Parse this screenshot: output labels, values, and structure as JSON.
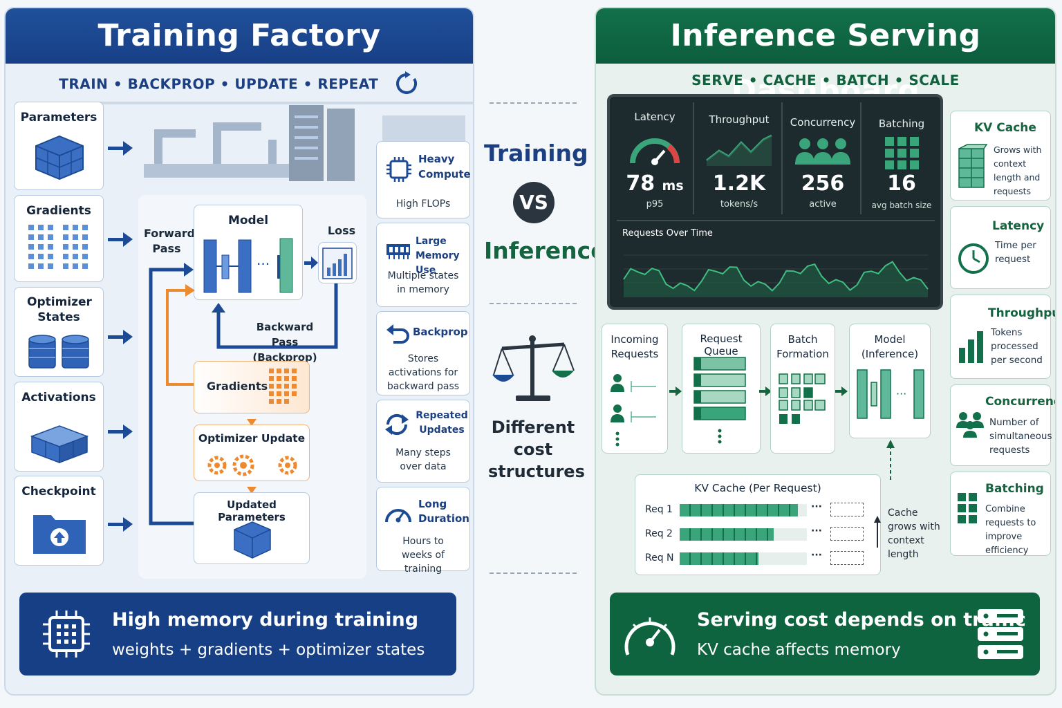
{
  "training": {
    "title": "Training Factory",
    "subtitle": "TRAIN • BACKPROP • UPDATE • REPEAT",
    "inputs": [
      "Parameters",
      "Gradients",
      "Optimizer States",
      "Activations",
      "Checkpoint"
    ],
    "flow": {
      "forward_pass": "Forward Pass",
      "model": "Model",
      "loss": "Loss",
      "backward_pass": "Backward Pass (Backprop)",
      "gradients": "Gradients",
      "optimizer_update": "Optimizer Update",
      "updated_parameters": "Updated Parameters",
      "ellipsis": "..."
    },
    "features": [
      {
        "title": "Heavy Compute",
        "text": "High FLOPs",
        "icon": "chip-icon"
      },
      {
        "title": "Large Memory Use",
        "text": "Multiple states in memory",
        "icon": "memory-icon"
      },
      {
        "title": "Backprop",
        "text": "Stores activations for backward pass",
        "icon": "undo-arrow-icon"
      },
      {
        "title": "Repeated Updates",
        "text": "Many steps over data",
        "icon": "refresh-icon"
      },
      {
        "title": "Long Duration",
        "text": "Hours to weeks of training",
        "icon": "gauge-icon"
      }
    ],
    "footer": {
      "line1": "High memory during training",
      "line2": "weights + gradients + optimizer states"
    }
  },
  "middle": {
    "training": "Training",
    "vs": "VS",
    "inference": "Inference",
    "caption": "Different cost structures"
  },
  "inference": {
    "title": "Inference Serving Dashboard",
    "subtitle": "SERVE • CACHE • BATCH • SCALE",
    "metrics": [
      {
        "label": "Latency",
        "value": "78",
        "unit": "ms",
        "sub": "p95"
      },
      {
        "label": "Throughput",
        "value": "1.2K",
        "unit": "",
        "sub": "tokens/s"
      },
      {
        "label": "Concurrency",
        "value": "256",
        "unit": "",
        "sub": "active"
      },
      {
        "label": "Batching",
        "value": "16",
        "unit": "",
        "sub": "avg batch size"
      }
    ],
    "chart_label": "Requests Over Time",
    "pipeline": {
      "incoming": "Incoming Requests",
      "queue": "Request Queue",
      "batch": "Batch Formation",
      "model": "Model (Inference)"
    },
    "kv": {
      "title": "KV Cache (Per Request)",
      "rows": [
        {
          "label": "Req 1",
          "fill": 0.93
        },
        {
          "label": "Req 2",
          "fill": 0.74
        },
        {
          "label": "Req N",
          "fill": 0.62
        }
      ],
      "note": "Cache grows with context length"
    },
    "side": [
      {
        "title": "KV Cache",
        "text": "Grows with context length and requests"
      },
      {
        "title": "Latency",
        "text": "Time per request"
      },
      {
        "title": "Throughput",
        "text": "Tokens processed per second"
      },
      {
        "title": "Concurrency",
        "text": "Number of simultaneous requests"
      },
      {
        "title": "Batching",
        "text": "Combine requests to improve efficiency"
      }
    ],
    "footer": {
      "line1": "Serving cost depends on traffic",
      "line2": "KV cache affects memory"
    }
  },
  "colors": {
    "training_blue": "#1d4a94",
    "inference_green": "#12704a",
    "orange": "#ee8a2e"
  }
}
